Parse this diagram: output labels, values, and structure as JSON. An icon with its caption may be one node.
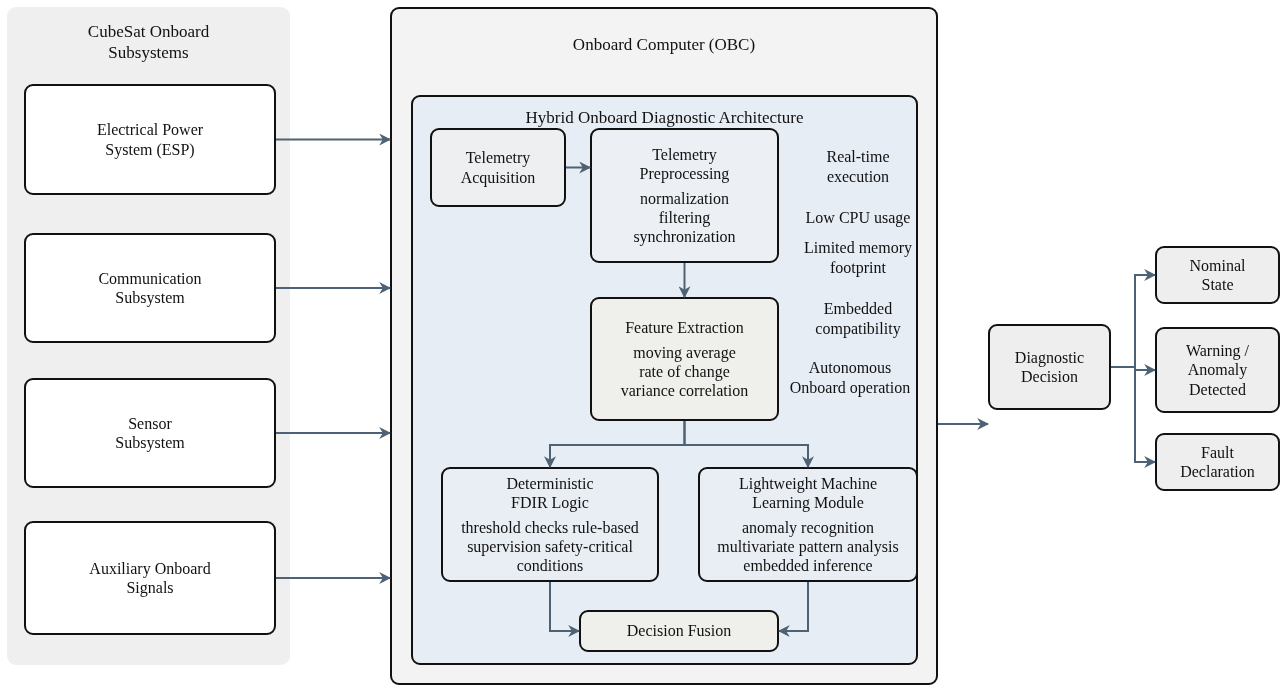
{
  "diagram": {
    "nodes": [
      {
        "text": [
          "CubeSat Onboard Subsystems"
        ]
      },
      {
        "text": [
          "Electrical Power System (ESP)"
        ],
        "in": 0
      },
      {
        "text": [
          "Communication Subsystem"
        ],
        "in": 0
      },
      {
        "text": [
          "Sensor Subsystem"
        ],
        "in": 0
      },
      {
        "text": [
          "Auxiliary Onboard Signals"
        ],
        "in": 0
      },
      {
        "text": [
          "Onboard Computer (OBC)"
        ]
      },
      {
        "text": [
          "Hybrid Onboard Diagnostic Architecture"
        ],
        "in": 5
      },
      {
        "text": [
          "Telemetry Acquisition"
        ],
        "in": 6
      },
      {
        "text": [
          "Telemetry Preprocessing",
          "normalization filtering synchronization"
        ],
        "in": 6
      },
      {
        "text": [
          "Feature Extraction",
          "moving average rate of change variance correlation"
        ],
        "in": 6
      },
      {
        "text": [
          "Deterministic FDIR Logic",
          "threshold checks rule-based supervision safety-critical conditions"
        ],
        "in": 6
      },
      {
        "text": [
          "Lightweight Machine Learning Module",
          "anomaly recognition multivariate pattern analysis embedded inference"
        ],
        "in": 6
      },
      {
        "text": [
          "Decision Fusion"
        ],
        "in": 6
      },
      {
        "text": [
          "Diagnostic Decision"
        ]
      },
      {
        "text": [
          "Nominal State"
        ]
      },
      {
        "text": [
          "Warning / Anomaly Detected"
        ]
      },
      {
        "text": [
          "Fault Declaration"
        ]
      }
    ],
    "edges": [
      {
        "from": 1,
        "to": 5,
        "arrow": "to"
      },
      {
        "from": 2,
        "to": 5,
        "arrow": "to"
      },
      {
        "from": 3,
        "to": 5,
        "arrow": "to"
      },
      {
        "from": 4,
        "to": 5,
        "arrow": "to"
      },
      {
        "from": 7,
        "to": 8,
        "arrow": "to"
      },
      {
        "from": 8,
        "to": 9,
        "arrow": "to"
      },
      {
        "from": 9,
        "to": 10,
        "arrow": "to"
      },
      {
        "from": 9,
        "to": 11,
        "arrow": "to"
      },
      {
        "from": 10,
        "to": 12,
        "arrow": "to"
      },
      {
        "from": 11,
        "to": 12,
        "arrow": "to"
      },
      {
        "from": 5,
        "to": 13,
        "arrow": "to"
      },
      {
        "from": 13,
        "to": 14,
        "arrow": "to"
      },
      {
        "from": 13,
        "to": 15,
        "arrow": "to"
      },
      {
        "from": 13,
        "to": 16,
        "arrow": "to"
      }
    ],
    "labels": [
      "Real-time execution",
      "Low CPU usage",
      "Limited memory footprint",
      "Embedded compatibility",
      "Autonomous Onboard operation"
    ]
  }
}
